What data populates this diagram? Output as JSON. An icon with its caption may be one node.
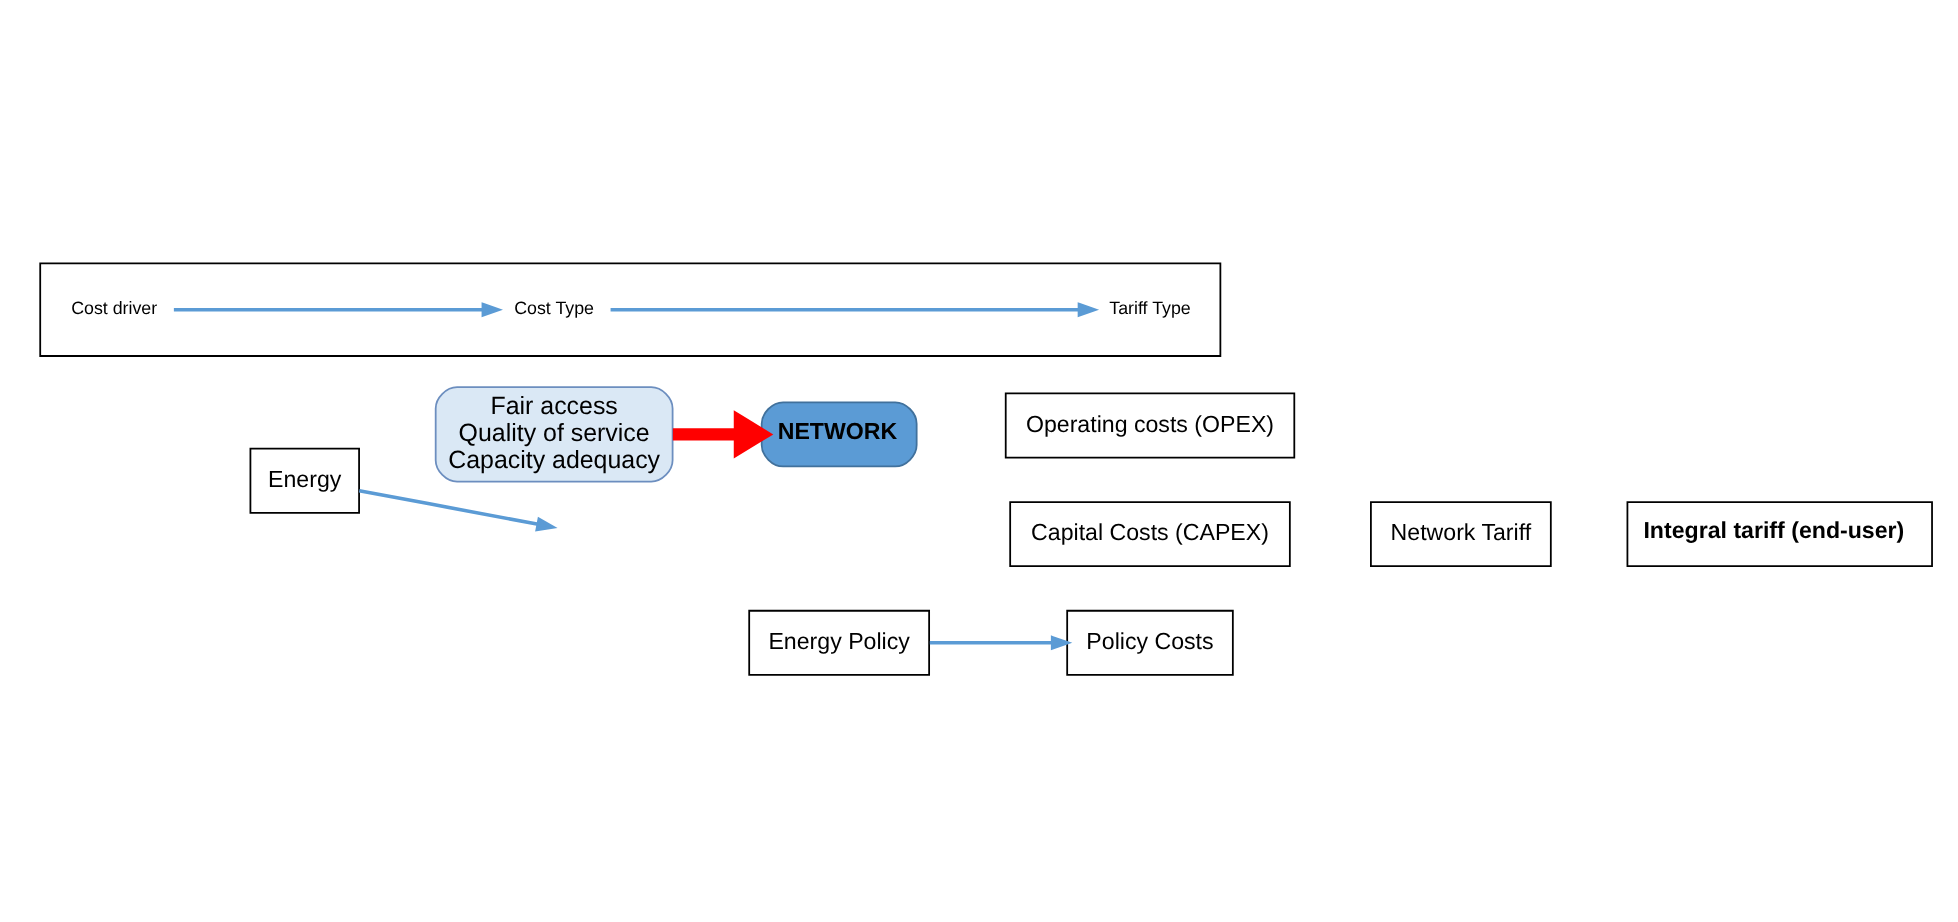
{
  "diagram": {
    "nodes": [
      {
        "text": [],
        "shape": "box"
      },
      {
        "text": [
          "Cost driver"
        ],
        "in": 0
      },
      {
        "text": [
          "Cost Type"
        ],
        "in": 0
      },
      {
        "text": [
          "Tariff Type"
        ],
        "in": 0
      },
      {
        "text": [
          "Energy"
        ]
      },
      {
        "text": [
          "Fair access",
          "Quality of service",
          "Capacity adequacy"
        ]
      },
      {
        "text": [
          "NETWORK"
        ]
      },
      {
        "text": [
          "Operating costs (OPEX)"
        ]
      },
      {
        "text": [
          "Capital Costs (CAPEX)"
        ]
      },
      {
        "text": [
          "Network Tariff"
        ]
      },
      {
        "text": [
          "Integral tariff (end-user)"
        ]
      },
      {
        "text": [
          "Energy Policy"
        ]
      },
      {
        "text": [
          "Policy Costs"
        ]
      }
    ],
    "edges": [
      {
        "from": 1,
        "to": 2,
        "arrow": "to"
      },
      {
        "from": 2,
        "to": 3,
        "arrow": "to"
      },
      {
        "from": 4,
        "to": null,
        "arrow": "to"
      },
      {
        "from": 5,
        "to": 6,
        "arrow": "to",
        "style": "thick",
        "color": "#ff0000"
      },
      {
        "from": 11,
        "to": 12,
        "arrow": "to"
      }
    ]
  }
}
